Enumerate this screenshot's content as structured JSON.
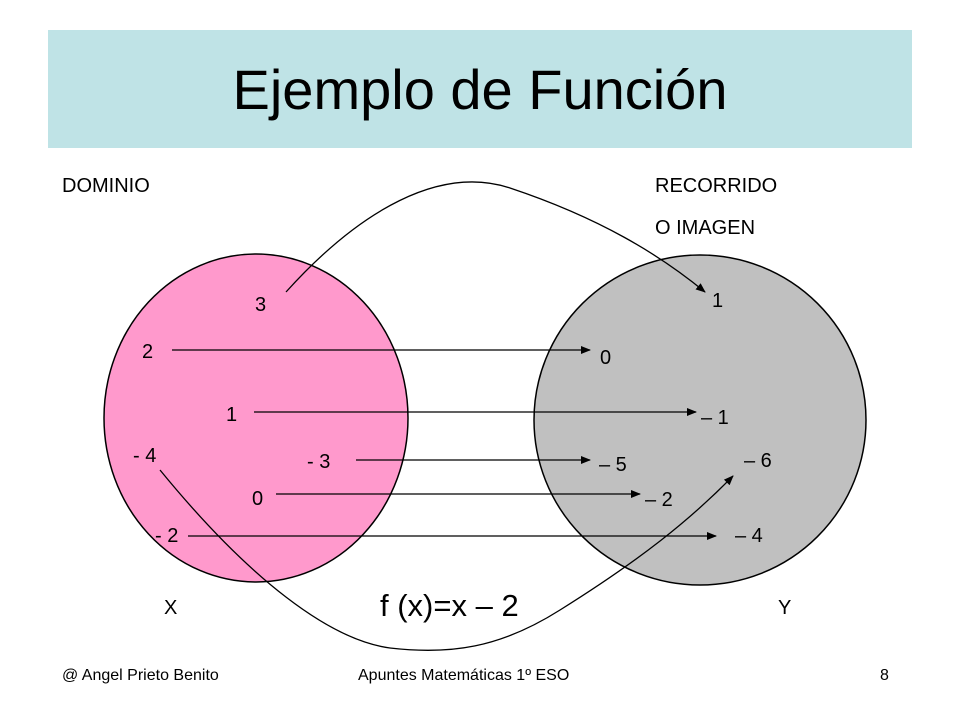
{
  "title": "Ejemplo de Función",
  "domain_label": "DOMINIO",
  "range_label_line1": "RECORRIDO",
  "range_label_line2": "O  IMAGEN",
  "set_x_label": "X",
  "set_y_label": "Y",
  "formula": "f (x)=x – 2",
  "domain_values": [
    "3",
    "2",
    "1",
    "- 4",
    "- 3",
    "0",
    "- 2"
  ],
  "range_values": [
    "1",
    "0",
    "– 1",
    "– 5",
    "– 6",
    "– 2",
    "– 4"
  ],
  "footer": {
    "author": "@  Angel Prieto Benito",
    "course": "Apuntes Matemáticas 1º ESO",
    "page": "8"
  },
  "colors": {
    "title_background": "#bfe3e6",
    "domain_set": "#ff99cc",
    "range_set": "#c0c0c0",
    "arrows": "#000000"
  }
}
